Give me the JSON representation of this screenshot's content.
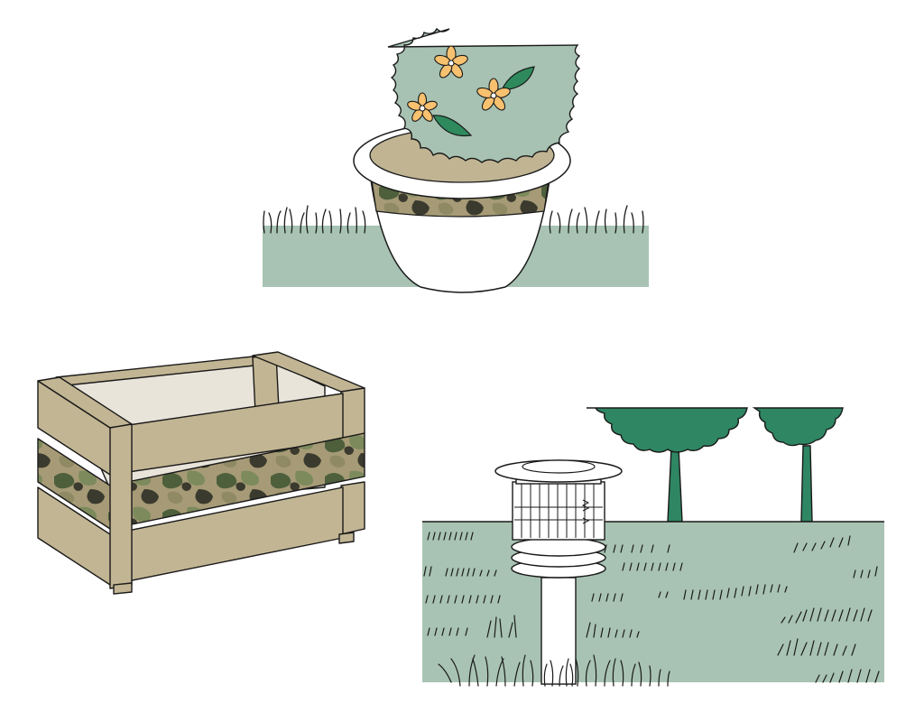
{
  "palette": {
    "ground": "#a8c3b3",
    "foliage": "#a7c2b2",
    "leaf_dark": "#2e8a5c",
    "tree": "#2f8663",
    "flower": "#f8c16f",
    "soil": "#c0b493",
    "wood": "#c2b593",
    "wood_light": "#e8e4da",
    "outline": "#1a1a1a",
    "camo": [
      "#4e5f3c",
      "#7c8a5c",
      "#a69b76",
      "#3b3a2e",
      "#8f8a63"
    ]
  },
  "scenes": [
    {
      "id": "flower-pot",
      "description_visible": false
    },
    {
      "id": "wooden-crate"
    },
    {
      "id": "garden-lamp"
    }
  ]
}
